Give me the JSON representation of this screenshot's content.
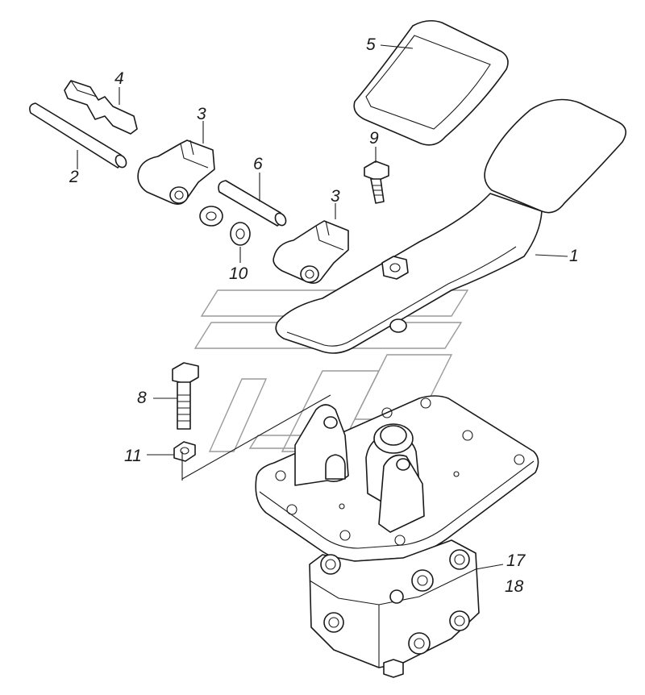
{
  "callouts": [
    {
      "id": "1",
      "text": "1"
    },
    {
      "id": "2",
      "text": "2"
    },
    {
      "id": "3a",
      "text": "3"
    },
    {
      "id": "3b",
      "text": "3"
    },
    {
      "id": "4",
      "text": "4"
    },
    {
      "id": "5",
      "text": "5"
    },
    {
      "id": "6",
      "text": "6"
    },
    {
      "id": "8",
      "text": "8"
    },
    {
      "id": "9",
      "text": "9"
    },
    {
      "id": "10",
      "text": "10"
    },
    {
      "id": "11",
      "text": "11"
    },
    {
      "id": "17",
      "text": "17"
    },
    {
      "id": "18",
      "text": "18"
    }
  ],
  "colors": {
    "line": "#1a1a1a",
    "watermark": "#9a9a9a",
    "background": "#ffffff"
  }
}
